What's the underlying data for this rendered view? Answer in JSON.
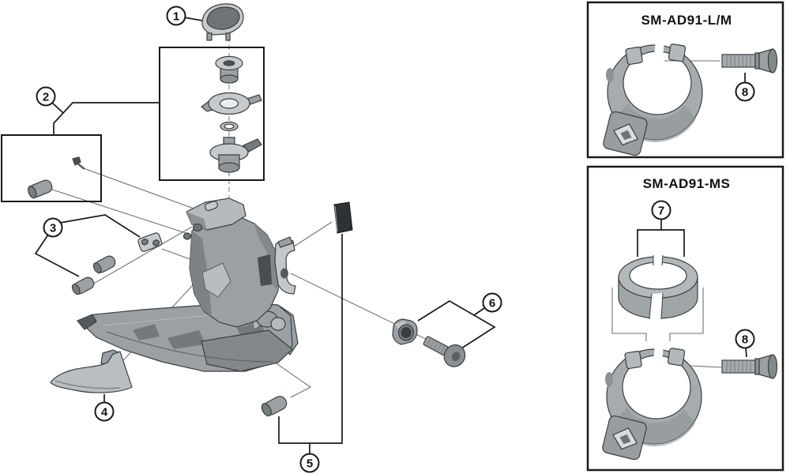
{
  "figure": {
    "type": "exploded-parts-diagram",
    "background": "#ffffff"
  },
  "callouts": {
    "n1": "1",
    "n2": "2",
    "n3": "3",
    "n4": "4",
    "n5": "5",
    "n6": "6",
    "n7": "7",
    "n8_top": "8",
    "n8_bottom": "8"
  },
  "panels": {
    "top": {
      "title": "SM-AD91-L/M"
    },
    "bottom": {
      "title": "SM-AD91-MS"
    }
  },
  "parts": {
    "main_assembly": "front-derailleur-body",
    "cage": "chain-guide-plate",
    "cap": "cover-cap",
    "bolt_stack": "bolt-washer-ring-nut-set",
    "pin_box_parts": "stud-pin-and-screw",
    "support_pins": "support-bolt-pins",
    "link_block": "link-block",
    "skid_plate": "skid-plate",
    "stopper_pin": "stopper-pin",
    "backing_plate": "backing-plate",
    "nut_bolt": "mounting-nut-and-bolt",
    "clamp_band": "clamp-band",
    "shim": "clamp-shim",
    "clamp_bolt": "clamp-bolt"
  },
  "colors": {
    "background": "#ffffff",
    "callout_line": "#1a1a1a",
    "leader_line": "#6d7275",
    "part_light": "#c6cacc",
    "part_mid": "#9aa0a3",
    "part_dark": "#767b7e",
    "part_black": "#2e3234",
    "outline": "#3b3f42"
  }
}
